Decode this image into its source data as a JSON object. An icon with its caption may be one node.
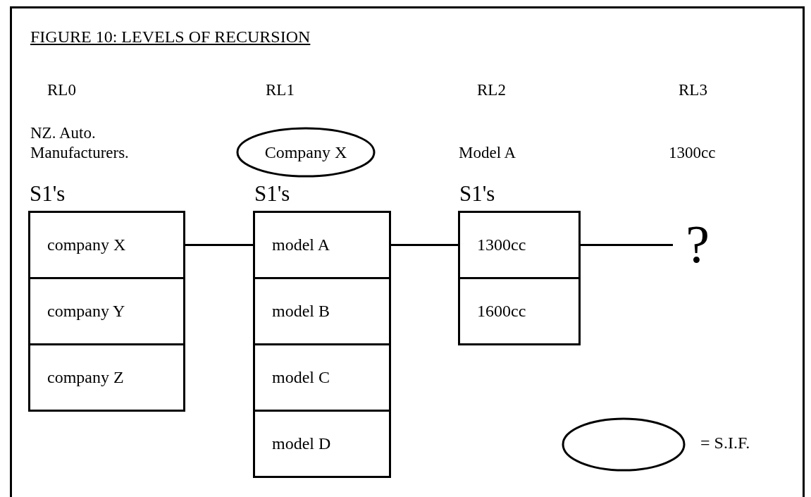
{
  "diagram": {
    "title": "FIGURE 10: LEVELS OF RECURSION",
    "nodes": [
      {
        "text": [
          "Company X"
        ]
      },
      {
        "text": [
          "S1's"
        ]
      },
      {
        "text": [
          "company X"
        ],
        "in": 1
      },
      {
        "text": [
          "company Y"
        ],
        "in": 1
      },
      {
        "text": [
          "company Z"
        ],
        "in": 1
      },
      {
        "text": [
          "S1's"
        ]
      },
      {
        "text": [
          "model A"
        ],
        "in": 5
      },
      {
        "text": [
          "model B"
        ],
        "in": 5
      },
      {
        "text": [
          "model C"
        ],
        "in": 5
      },
      {
        "text": [
          "model D"
        ],
        "in": 5
      },
      {
        "text": [
          "S1's"
        ]
      },
      {
        "text": [
          "1300cc"
        ],
        "in": 10
      },
      {
        "text": [
          "1600cc"
        ],
        "in": 10
      },
      {
        "text": [
          "?"
        ]
      }
    ],
    "edges": [
      {
        "from": 2,
        "to": 6,
        "arrow": "none"
      },
      {
        "from": 6,
        "to": 11,
        "arrow": "none"
      },
      {
        "from": 11,
        "to": 13,
        "arrow": "none"
      }
    ],
    "labels": [
      "RL0",
      "RL1",
      "RL2",
      "RL3",
      "NZ. Auto. Manufacturers.",
      "Model A",
      "1300cc"
    ],
    "legend": [
      {
        "text": "= S.I.F."
      }
    ]
  }
}
